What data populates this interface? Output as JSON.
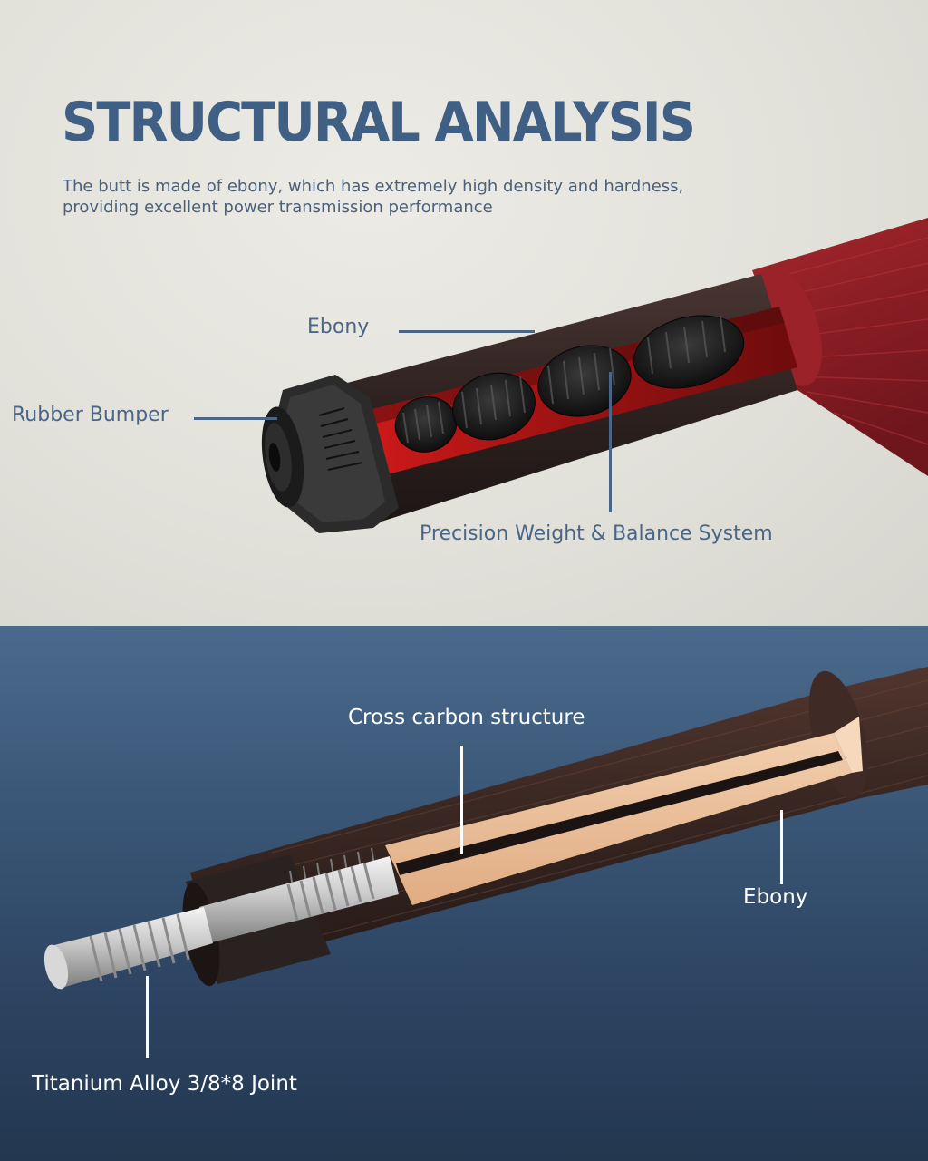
{
  "header": {
    "title": "STRUCTURAL ANALYSIS",
    "subtitle_line1": "The butt is made of ebony, which has extremely high density and hardness,",
    "subtitle_line2": "providing excellent power transmission performance"
  },
  "top_panel": {
    "labels": {
      "ebony": "Ebony",
      "rubber_bumper": "Rubber Bumper",
      "weight_system": "Precision Weight & Balance System"
    }
  },
  "bottom_panel": {
    "labels": {
      "cross_carbon": "Cross carbon structure",
      "ebony": "Ebony",
      "joint": "Titanium Alloy 3/8*8 Joint"
    }
  },
  "colors": {
    "title_blue": "#3f5f85",
    "label_blue": "#4a6587",
    "top_background": "#e2e1da",
    "bottom_background": "#2c4361",
    "red_wood": "#8e2026"
  }
}
